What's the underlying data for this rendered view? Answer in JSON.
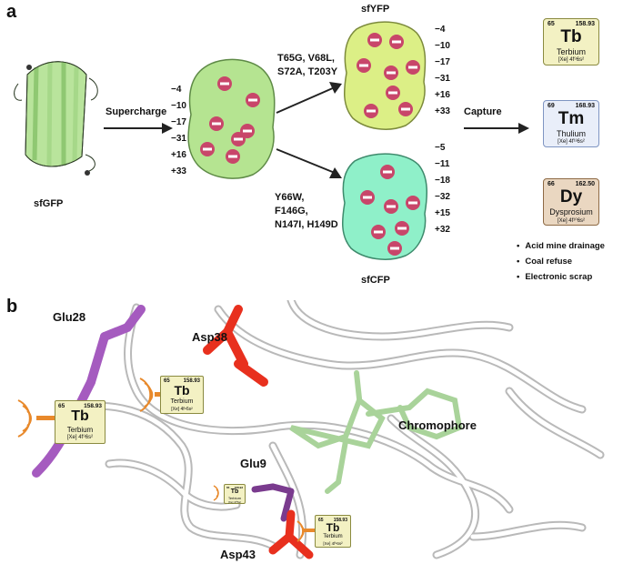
{
  "panel_a": {
    "label": "a",
    "protein_label": "sfGFP",
    "arrow_label": "Supercharge",
    "charges_center": [
      "−4",
      "−10",
      "−17",
      "−31",
      "+16",
      "+33"
    ],
    "yfp": {
      "title": "sfYFP",
      "mutations": [
        "T65G, V68L,",
        "S72A, T203Y"
      ],
      "charges": [
        "−4",
        "−10",
        "−17",
        "−31",
        "+16",
        "+33"
      ]
    },
    "cfp": {
      "title": "sfCFP",
      "mutations": [
        "Y66W,",
        "F146G,",
        "N147I, H149D"
      ],
      "charges": [
        "−5",
        "−11",
        "−18",
        "−32",
        "+15",
        "+32"
      ]
    },
    "capture_label": "Capture",
    "elements": [
      {
        "number": "65",
        "mass": "158.93",
        "symbol": "Tb",
        "name": "Terbium",
        "config": "[Xe] 4f⁹6s²",
        "bg": "#f3f1c3",
        "border": "#8a8a40"
      },
      {
        "number": "69",
        "mass": "168.93",
        "symbol": "Tm",
        "name": "Thulium",
        "config": "[Xe] 4f¹³6s²",
        "bg": "#e9eef9",
        "border": "#7f95c2"
      },
      {
        "number": "66",
        "mass": "162.50",
        "symbol": "Dy",
        "name": "Dysprosium",
        "config": "[Xe] 4f¹⁰6s²",
        "bg": "#ead7c1",
        "border": "#8e6a45"
      }
    ],
    "sources": [
      "Acid mine drainage",
      "Coal refuse",
      "Electronic scrap"
    ]
  },
  "panel_b": {
    "label": "b",
    "residues": {
      "glu28": "Glu28",
      "asp38": "Asp38",
      "glu9": "Glu9",
      "asp43": "Asp43",
      "chromophore": "Chromophore"
    },
    "tb_tile": {
      "number": "65",
      "mass": "158.93",
      "symbol": "Tb",
      "name": "Terbium",
      "config": "[Xe] 4f⁹6s²"
    },
    "colors": {
      "glu": "#a55bbf",
      "asp": "#e8301e",
      "chromophore": "#a9d39a",
      "signal": "#e8892b"
    }
  },
  "colors": {
    "gfp_green": "#a8d88a",
    "yfp_yellow": "#dcef86",
    "cfp_cyan": "#8ff0c9",
    "negative_charge": "#c8466a"
  }
}
